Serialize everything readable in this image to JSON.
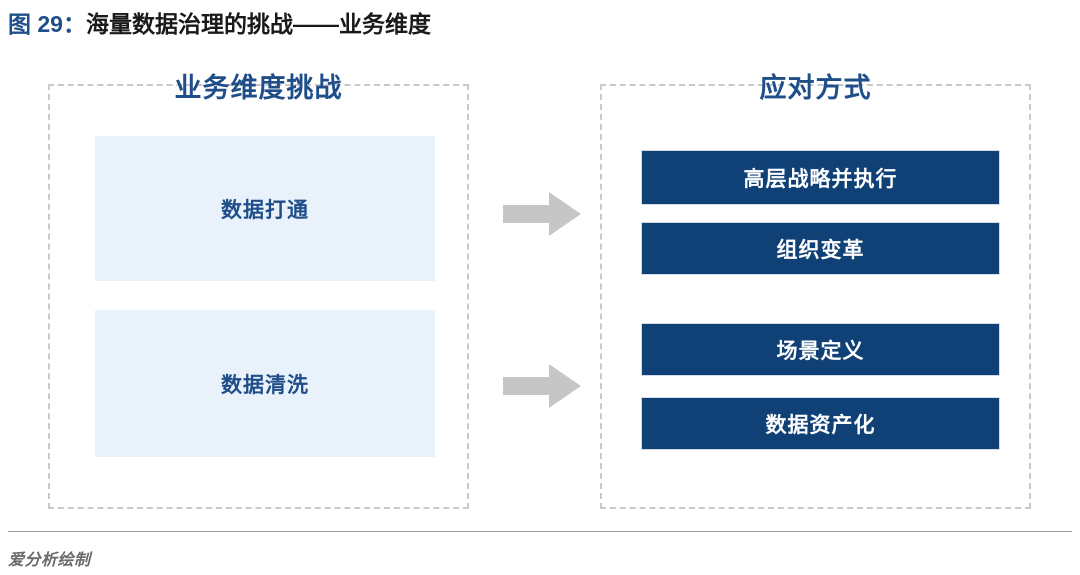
{
  "figure": {
    "label": "图 29：",
    "title": "海量数据治理的挑战——业务维度",
    "label_color": "#1f4e89",
    "title_color": "#1a1a1a"
  },
  "columns": {
    "left": {
      "heading": "业务维度挑战",
      "heading_color": "#1f4e89",
      "items": [
        {
          "label": "数据打通"
        },
        {
          "label": "数据清洗"
        }
      ],
      "box_fill": "#e9f1fb",
      "box_text_color": "#1f4e89"
    },
    "right": {
      "heading": "应对方式",
      "heading_color": "#1f4e89",
      "items": [
        {
          "label": "高层战略并执行"
        },
        {
          "label": "组织变革"
        },
        {
          "label": "场景定义"
        },
        {
          "label": "数据资产化"
        }
      ],
      "box_fill": "#0f4076",
      "box_text_color": "#ffffff"
    }
  },
  "connectors": [
    {
      "name": "arrow-right-1",
      "color": "#c6c6c6"
    },
    {
      "name": "arrow-right-2",
      "color": "#c6c6c6"
    }
  ],
  "footer": {
    "source_note": "爱分析绘制"
  }
}
